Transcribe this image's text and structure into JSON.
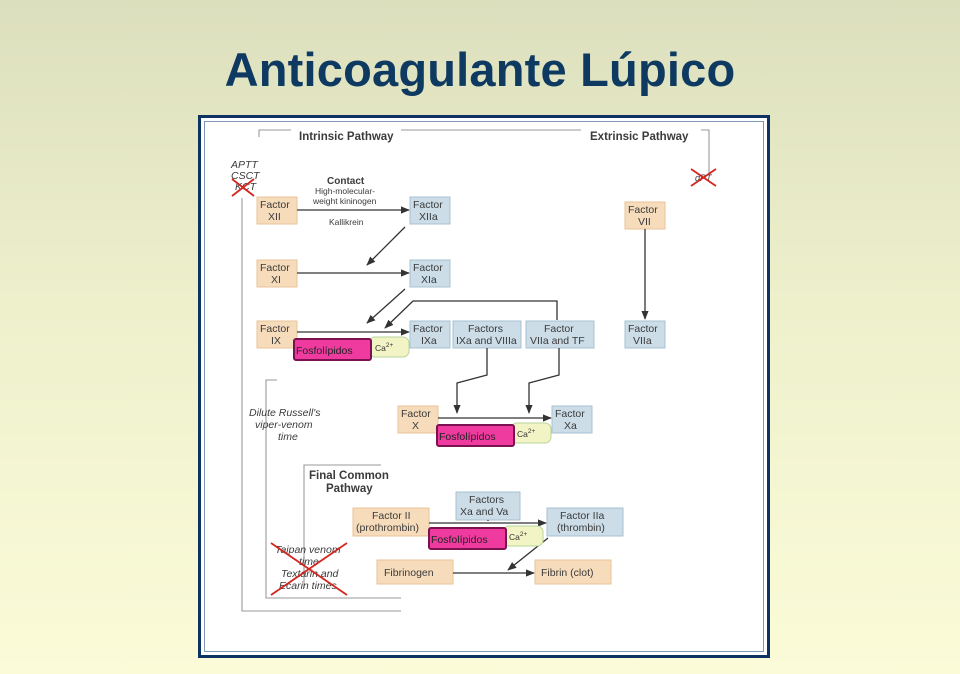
{
  "slide": {
    "title": "Anticoagulante Lúpico"
  },
  "pathways": {
    "intrinsic": "Intrinsic Pathway",
    "extrinsic": "Extrinsic Pathway",
    "final_line1": "Final Common",
    "final_line2": "Pathway"
  },
  "tests": {
    "intrinsic": [
      "APTT",
      "CSCT",
      "KCT"
    ],
    "extrinsic": "dPT",
    "drvvt": [
      "Dilute Russell's",
      "viper-venom",
      "time"
    ],
    "taipan": [
      "Taipan venom",
      "time",
      "Textarin and",
      "Ecarin times"
    ]
  },
  "contact": {
    "title": "Contact",
    "line1": "High-molecular-",
    "line2": "weight kininogen",
    "line3": "Kallikrein"
  },
  "nodes": {
    "f12": [
      "Factor",
      "XII"
    ],
    "f12a": [
      "Factor",
      "XIIa"
    ],
    "f11": [
      "Factor",
      "XI"
    ],
    "f11a": [
      "Factor",
      "XIa"
    ],
    "f9": [
      "Factor",
      "IX"
    ],
    "f9a": [
      "Factor",
      "IXa"
    ],
    "f9a8a": [
      "Factors",
      "IXa and VIIIa"
    ],
    "f7atf": [
      "Factor",
      "VIIa and TF"
    ],
    "f7": [
      "Factor",
      "VII"
    ],
    "f7a": [
      "Factor",
      "VIIa"
    ],
    "f10": [
      "Factor",
      "X"
    ],
    "f10a": [
      "Factor",
      "Xa"
    ],
    "f2": [
      "Factor II",
      "(prothrombin)"
    ],
    "f10a5a": [
      "Factors",
      "Xa and Va"
    ],
    "f2a": [
      "Factor IIa",
      "(thrombin)"
    ],
    "fibrinogen": "Fibrinogen",
    "fibrin": "Fibrin (clot)"
  },
  "cofactor": {
    "ca_base": "Ca",
    "ca_sup": "2+",
    "phospholipid": "Fosfolípidos"
  },
  "colors": {
    "title": "#0e3a62",
    "frame": "#0e3262",
    "zymogen_box": "#f7dcbc",
    "active_box": "#ccdde8",
    "calcium_box": "#f3f4c6",
    "phospholipid_box": "#ef3ba0",
    "cross_mark": "#d2261f"
  }
}
